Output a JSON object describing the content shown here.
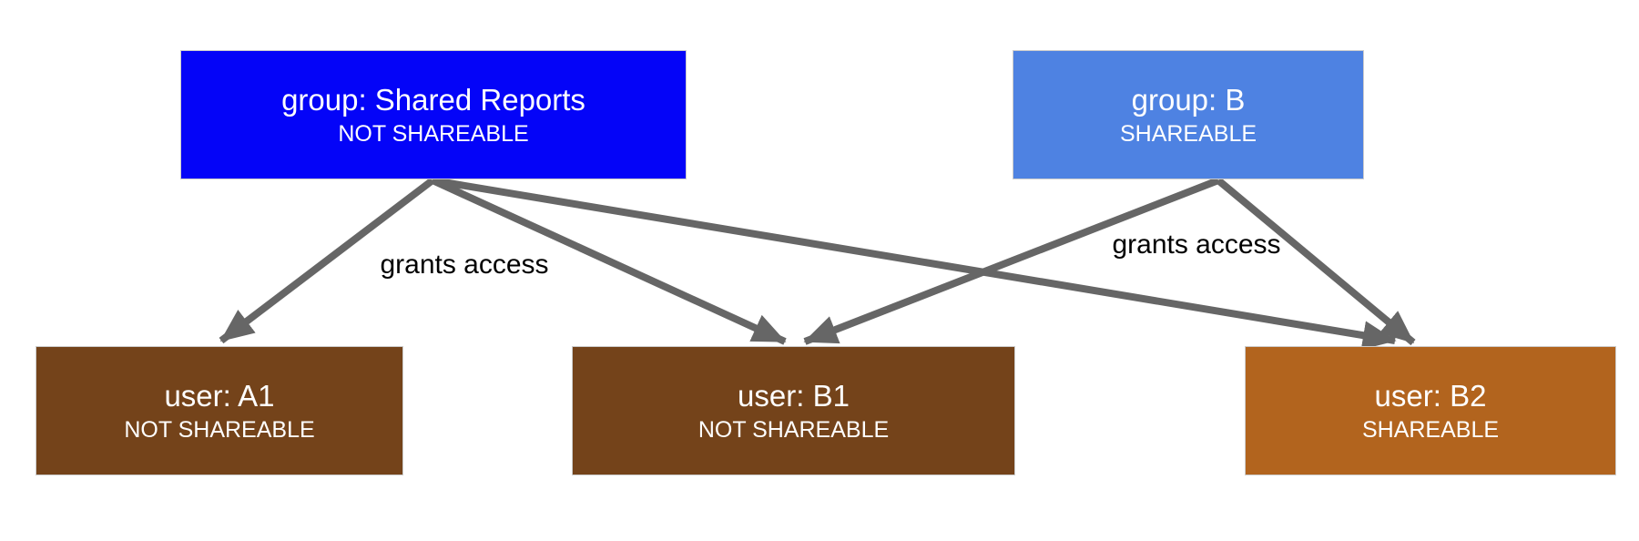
{
  "diagram": {
    "background": "#ffffff",
    "arrow_color": "#666666",
    "label_color": "#000000",
    "nodes": [
      {
        "id": "group-shared-reports",
        "title": "group: Shared Reports",
        "subtitle": "NOT SHAREABLE",
        "color": "#0404f8",
        "text_color": "#ffffff"
      },
      {
        "id": "group-b",
        "title": "group: B",
        "subtitle": "SHAREABLE",
        "color": "#4e82e2",
        "text_color": "#ffffff"
      },
      {
        "id": "user-a1",
        "title": "user: A1",
        "subtitle": "NOT SHAREABLE",
        "color": "#74431a",
        "text_color": "#ffffff"
      },
      {
        "id": "user-b1",
        "title": "user: B1",
        "subtitle": "NOT SHAREABLE",
        "color": "#74431a",
        "text_color": "#ffffff"
      },
      {
        "id": "user-b2",
        "title": "user: B2",
        "subtitle": "SHAREABLE",
        "color": "#b2641e",
        "text_color": "#ffffff"
      }
    ],
    "edge_labels": [
      {
        "text": "grants access"
      },
      {
        "text": "grants access"
      }
    ],
    "edges": [
      {
        "from": "group-shared-reports",
        "to": "user-a1"
      },
      {
        "from": "group-shared-reports",
        "to": "user-b1"
      },
      {
        "from": "group-shared-reports",
        "to": "user-b2"
      },
      {
        "from": "group-b",
        "to": "user-b1"
      },
      {
        "from": "group-b",
        "to": "user-b2"
      }
    ]
  }
}
